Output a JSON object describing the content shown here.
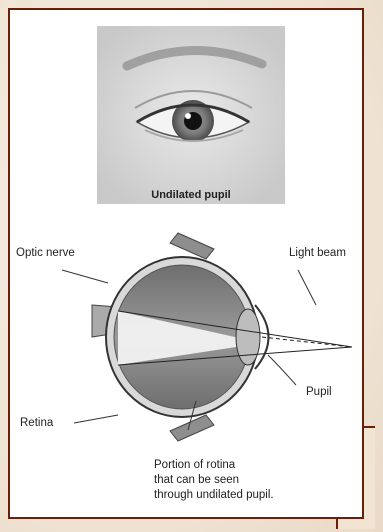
{
  "photo": {
    "caption": "Undilated pupil"
  },
  "diagram": {
    "labels": {
      "optic_nerve": "Optic nerve",
      "light_beam": "Light beam",
      "pupil": "Pupil",
      "retina": "Retina"
    },
    "portion_caption": {
      "line1": "Portion of rotina",
      "line2": "that can be seen",
      "line3": "through undilated pupil."
    }
  },
  "colors": {
    "frame_border": "#6b1f08",
    "background": "#f3e9dc"
  }
}
